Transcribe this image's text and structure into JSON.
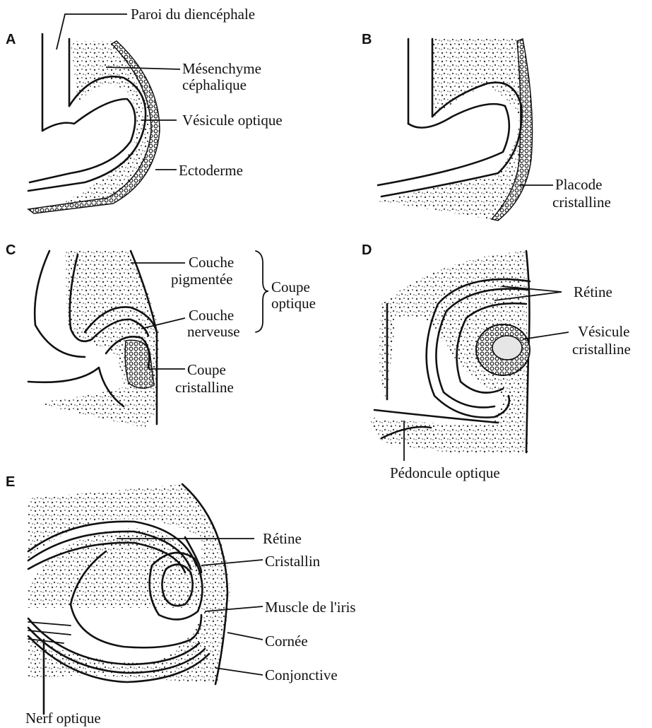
{
  "panels": {
    "a": {
      "letter": "A",
      "labels": {
        "diencephale": "Paroi du diencéphale",
        "mesenchyme_1": "Mésenchyme",
        "mesenchyme_2": "céphalique",
        "vesicule": "Vésicule optique",
        "ectoderme": "Ectoderme"
      }
    },
    "b": {
      "letter": "B",
      "labels": {
        "placode_1": "Placode",
        "placode_2": "cristalline"
      }
    },
    "c": {
      "letter": "C",
      "labels": {
        "pigmentee_1": "Couche",
        "pigmentee_2": "pigmentée",
        "nerveuse_1": "Couche",
        "nerveuse_2": "nerveuse",
        "coupe_optique_1": "Coupe",
        "coupe_optique_2": "optique",
        "coupe_cristalline_1": "Coupe",
        "coupe_cristalline_2": "cristalline"
      }
    },
    "d": {
      "letter": "D",
      "labels": {
        "retine": "Rétine",
        "vesicule_1": "Vésicule",
        "vesicule_2": "cristalline",
        "pedoncule": "Pédoncule optique"
      }
    },
    "e": {
      "letter": "E",
      "labels": {
        "retine": "Rétine",
        "cristallin": "Cristallin",
        "muscle": "Muscle de l'iris",
        "cornee": "Cornée",
        "conjonctive": "Conjonctive",
        "nerf": "Nerf optique"
      }
    }
  },
  "colors": {
    "line": "#111111",
    "stipple": "#333333",
    "background": "#ffffff",
    "lens_cavity": "#e6e6e6"
  }
}
